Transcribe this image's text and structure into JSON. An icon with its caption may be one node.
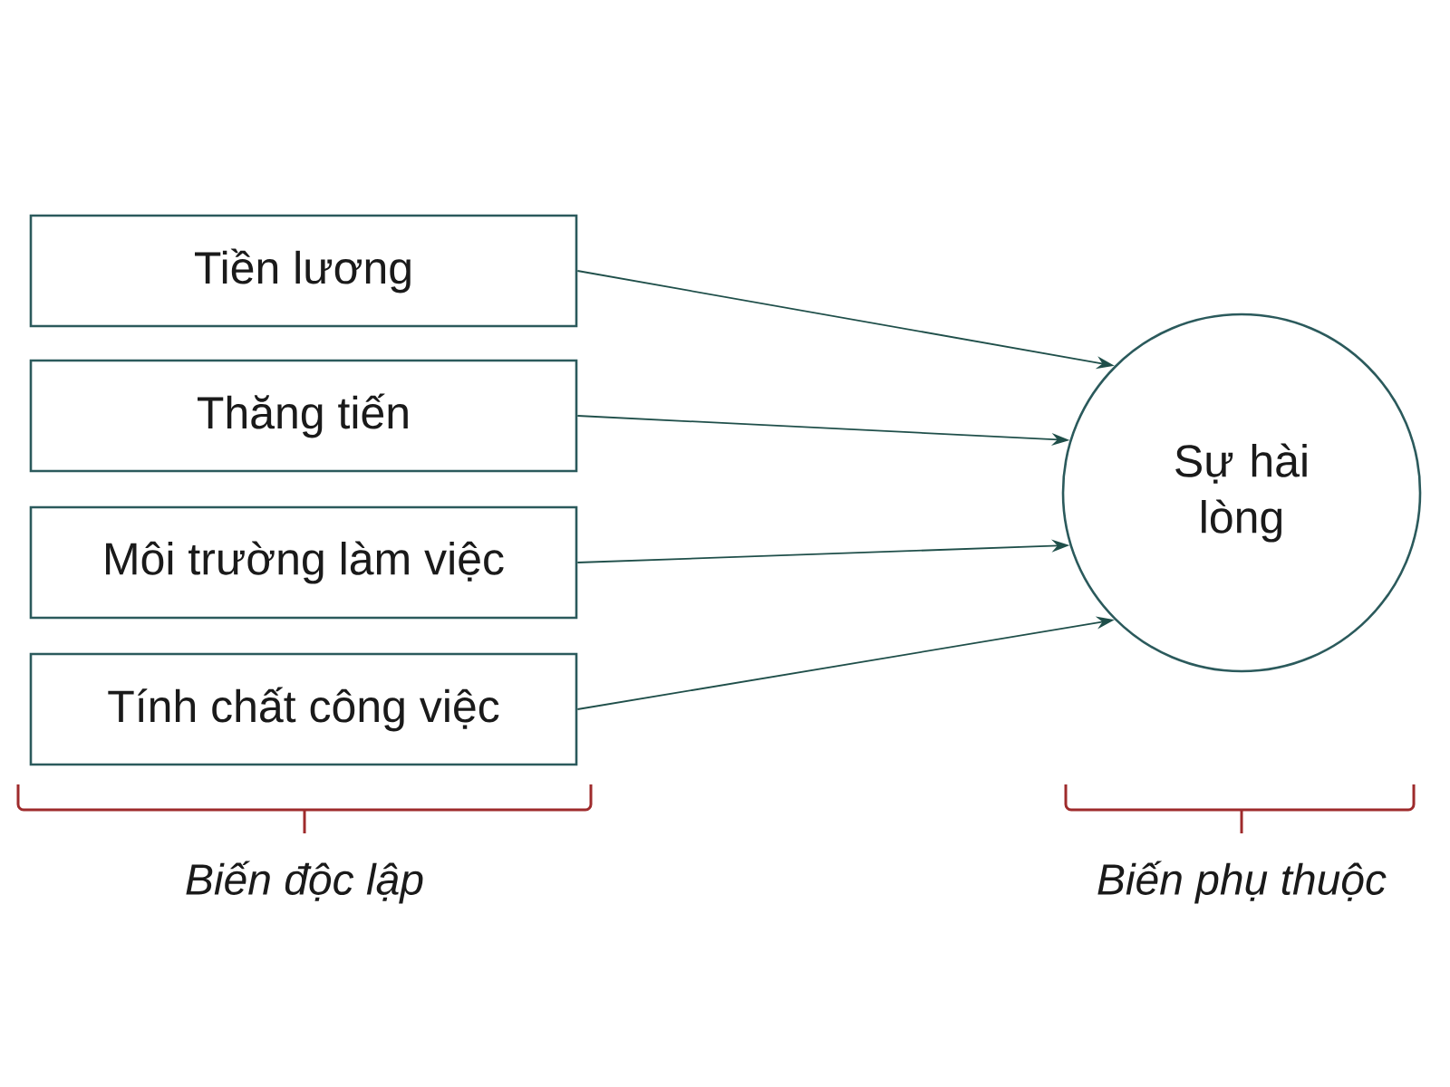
{
  "diagram": {
    "nodes": [
      {
        "text": [
          "Tiền lương"
        ]
      },
      {
        "text": [
          "Thăng tiến"
        ]
      },
      {
        "text": [
          "Môi trường làm việc"
        ]
      },
      {
        "text": [
          "Tính chất công việc"
        ]
      },
      {
        "text": [
          "Sự hài lòng"
        ]
      }
    ],
    "edges": [
      {
        "from": 0,
        "to": 4,
        "arrow": "to"
      },
      {
        "from": 1,
        "to": 4,
        "arrow": "to"
      },
      {
        "from": 2,
        "to": 4,
        "arrow": "to"
      },
      {
        "from": 3,
        "to": 4,
        "arrow": "to"
      }
    ],
    "labels": [
      "Biến độc lập",
      "Biến phụ thuộc"
    ]
  }
}
